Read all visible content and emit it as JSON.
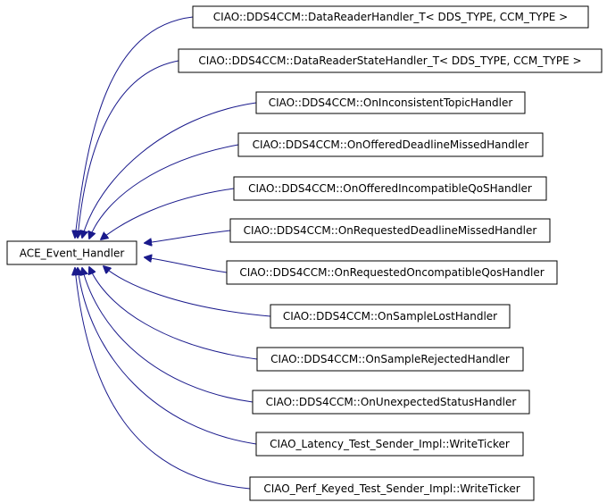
{
  "diagram": {
    "type": "inheritance-graph",
    "colors": {
      "edge": "#1a1a8c",
      "box_border": "#000000",
      "box_fill": "#ffffff",
      "text": "#000000"
    },
    "base": {
      "id": "ace-event-handler",
      "label": "ACE_Event_Handler"
    },
    "derived": [
      {
        "id": "data-reader-handler",
        "label": "CIAO::DDS4CCM::DataReaderHandler_T< DDS_TYPE, CCM_TYPE >"
      },
      {
        "id": "data-reader-state-handler",
        "label": "CIAO::DDS4CCM::DataReaderStateHandler_T< DDS_TYPE, CCM_TYPE >"
      },
      {
        "id": "on-inconsistent-topic-handler",
        "label": "CIAO::DDS4CCM::OnInconsistentTopicHandler"
      },
      {
        "id": "on-offered-deadline-missed-handler",
        "label": "CIAO::DDS4CCM::OnOfferedDeadlineMissedHandler"
      },
      {
        "id": "on-offered-incompatible-qos-handler",
        "label": "CIAO::DDS4CCM::OnOfferedIncompatibleQoSHandler"
      },
      {
        "id": "on-requested-deadline-missed-handler",
        "label": "CIAO::DDS4CCM::OnRequestedDeadlineMissedHandler"
      },
      {
        "id": "on-requested-oncompatible-qos-handler",
        "label": "CIAO::DDS4CCM::OnRequestedOncompatibleQosHandler"
      },
      {
        "id": "on-sample-lost-handler",
        "label": "CIAO::DDS4CCM::OnSampleLostHandler"
      },
      {
        "id": "on-sample-rejected-handler",
        "label": "CIAO::DDS4CCM::OnSampleRejectedHandler"
      },
      {
        "id": "on-unexpected-status-handler",
        "label": "CIAO::DDS4CCM::OnUnexpectedStatusHandler"
      },
      {
        "id": "latency-test-write-ticker",
        "label": "CIAO_Latency_Test_Sender_Impl::WriteTicker"
      },
      {
        "id": "perf-keyed-test-write-ticker",
        "label": "CIAO_Perf_Keyed_Test_Sender_Impl::WriteTicker"
      }
    ]
  }
}
